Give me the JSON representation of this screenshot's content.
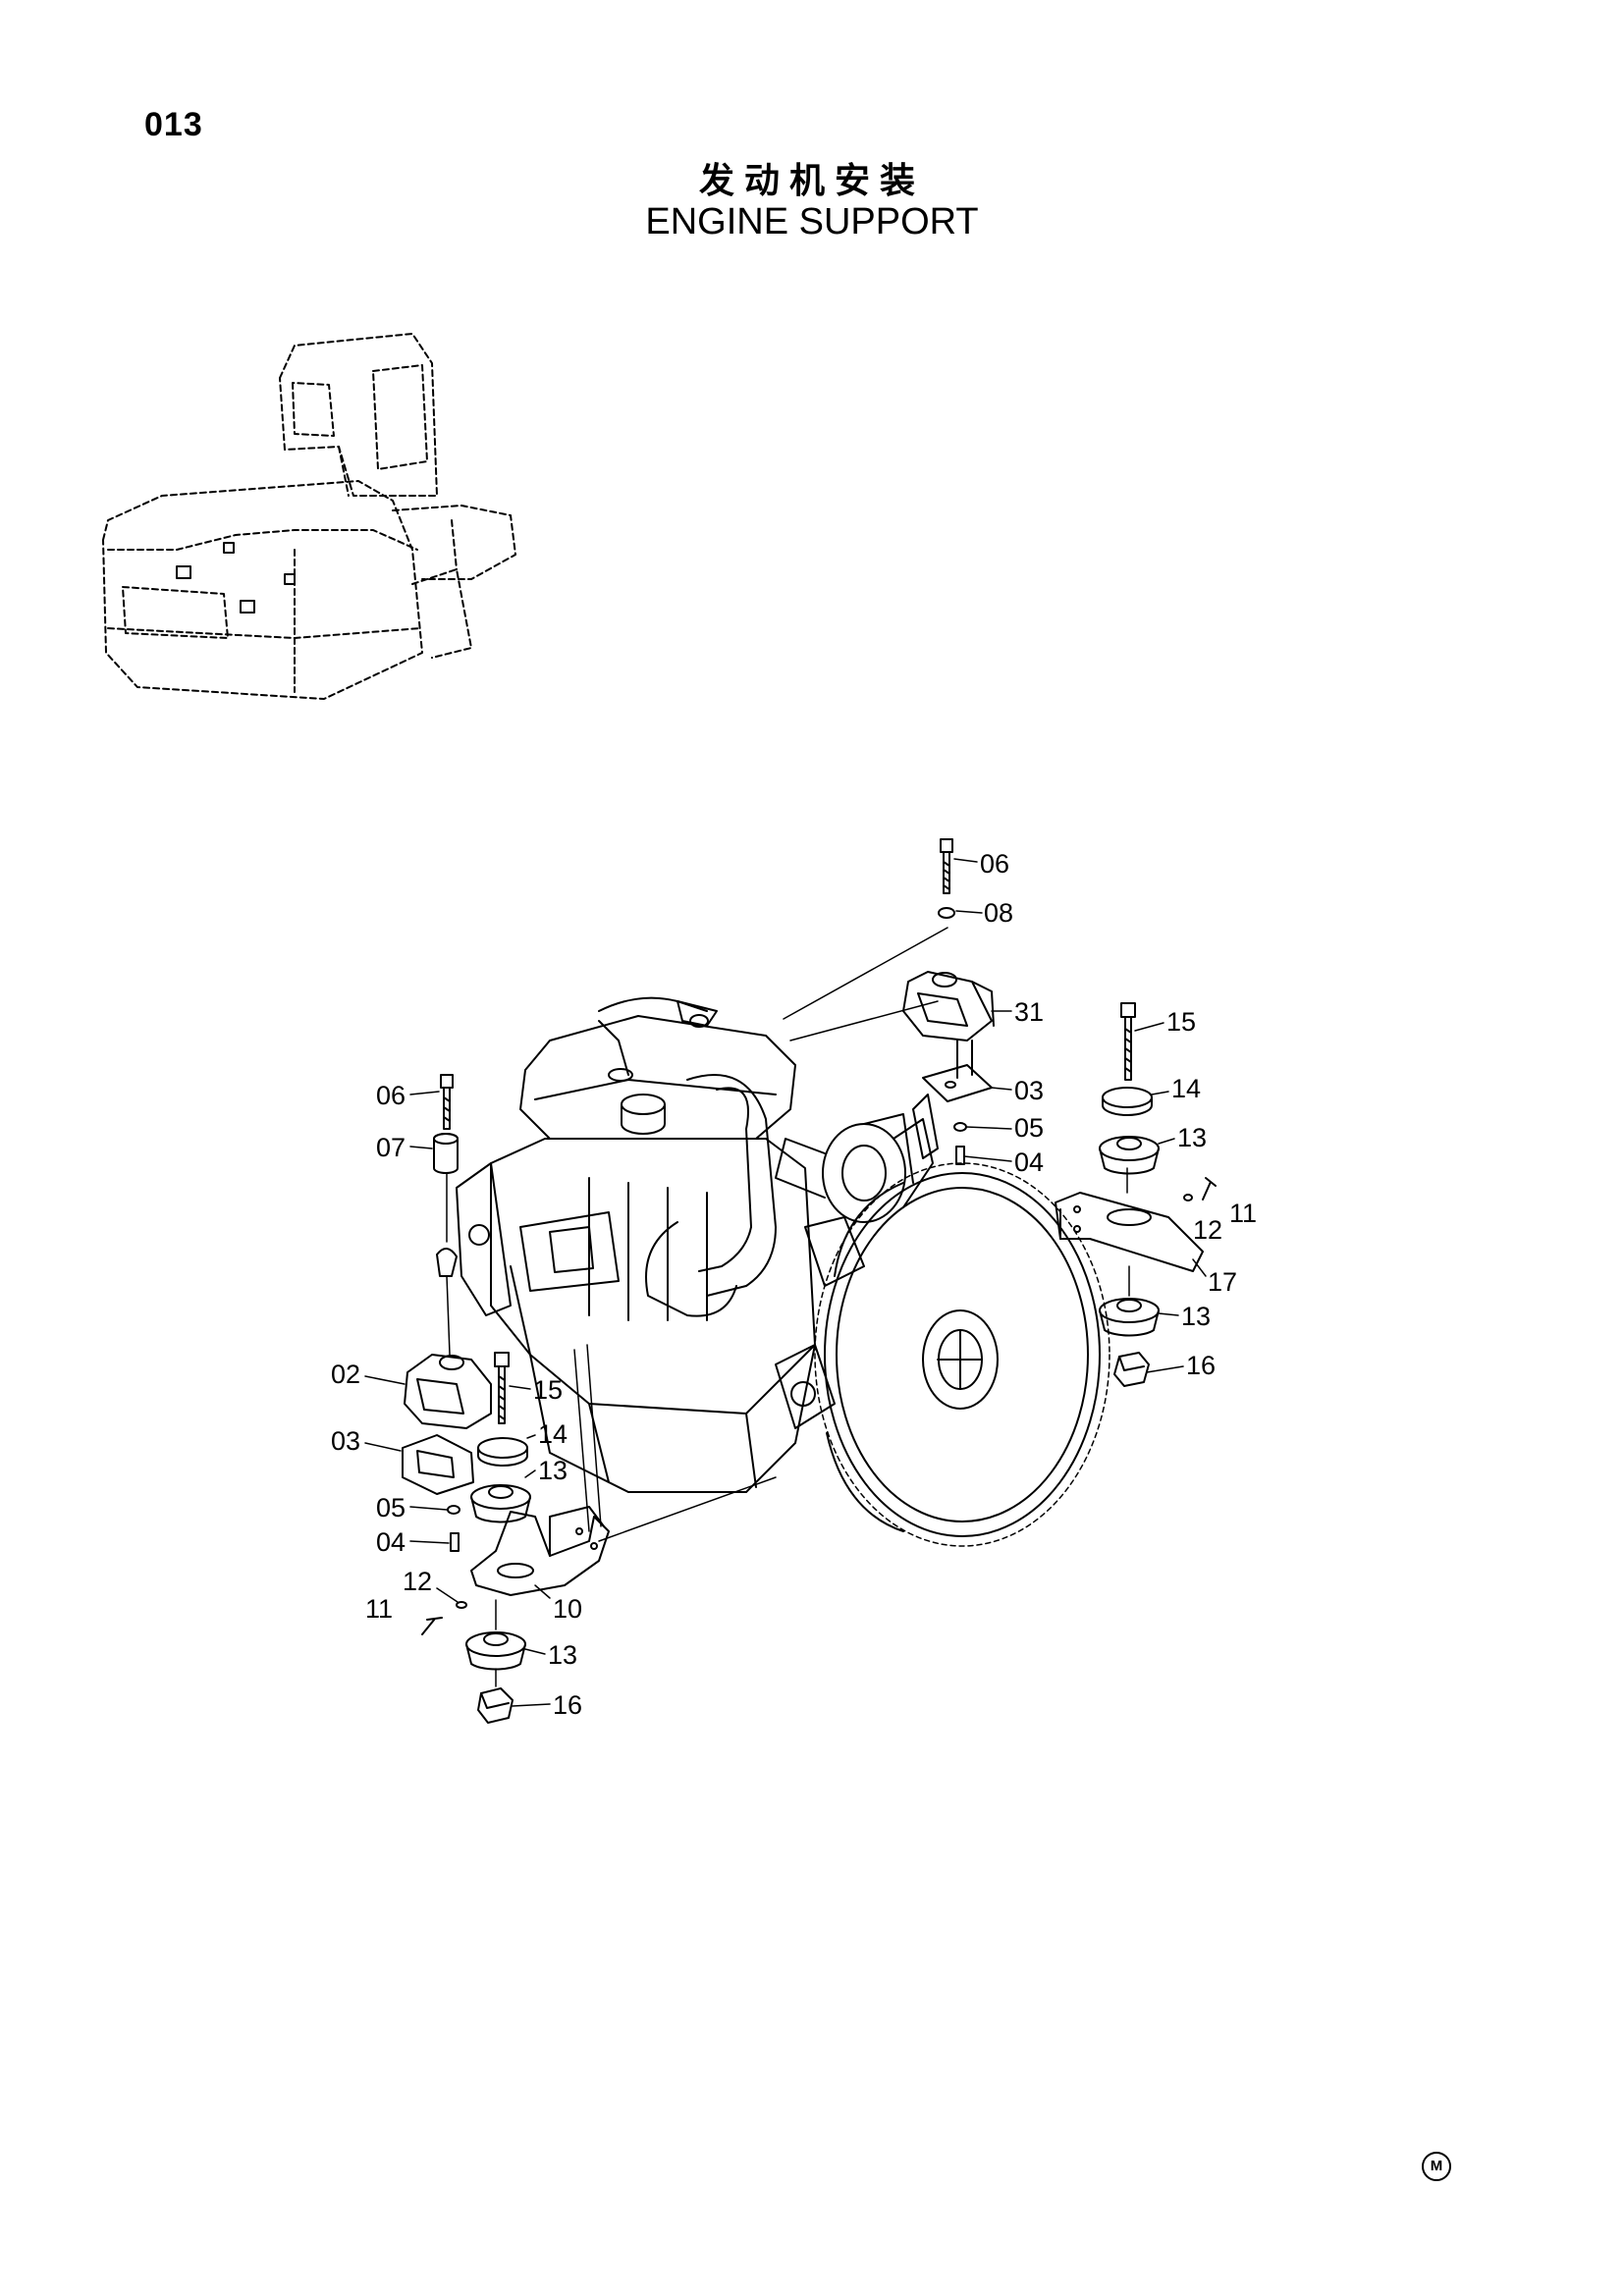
{
  "page": {
    "number": "013",
    "title_cn": "发动机安装",
    "title_en": "ENGINE SUPPORT",
    "maker_mark": "M"
  },
  "callouts": {
    "c06a": "06",
    "c08": "08",
    "c31": "31",
    "c03a": "03",
    "c05a": "05",
    "c04a": "04",
    "c15a": "15",
    "c14a": "14",
    "c13a": "13",
    "c11a": "11",
    "c12a": "12",
    "c17": "17",
    "c13b": "13",
    "c16a": "16",
    "c06b": "06",
    "c07": "07",
    "c02": "02",
    "c15b": "15",
    "c03b": "03",
    "c14b": "14",
    "c13c": "13",
    "c05b": "05",
    "c04b": "04",
    "c12b": "12",
    "c10": "10",
    "c11b": "11",
    "c13d": "13",
    "c16b": "16"
  }
}
